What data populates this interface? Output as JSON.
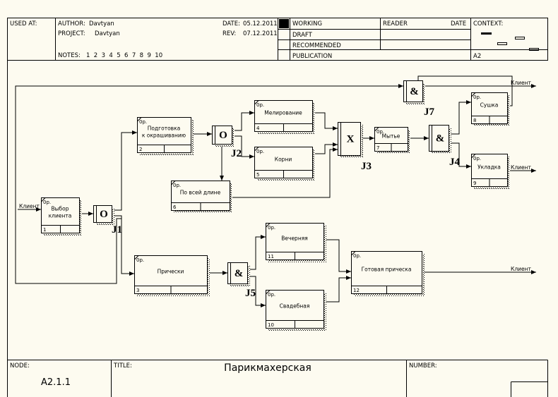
{
  "header": {
    "used_at_label": "USED AT:",
    "author_label": "AUTHOR:",
    "author": "Davtyan",
    "project_label": "PROJECT:",
    "project": "Davtyan",
    "notes_label": "NOTES:",
    "notes": "1  2  3  4  5  6  7  8  9  10",
    "date_label": "DATE:",
    "date": "05.12.2011",
    "rev_label": "REV:",
    "rev": "07.12.2011",
    "status": [
      "WORKING",
      "DRAFT",
      "RECOMMENDED",
      "PUBLICATION"
    ],
    "reader_label": "READER",
    "reader_date_label": "DATE",
    "context_label": "CONTEXT:",
    "context_node": "A2"
  },
  "footer": {
    "node_label": "NODE:",
    "node": "A2.1.1",
    "title_label": "TITLE:",
    "title": "Парикмахерская",
    "number_label": "NUMBER:"
  },
  "diagram": {
    "box_tag": "0р.",
    "boxes": [
      {
        "id": "1",
        "lines": [
          "Выбор",
          "клиента"
        ]
      },
      {
        "id": "2",
        "lines": [
          "Подготовка",
          "к окрашиванию"
        ]
      },
      {
        "id": "3",
        "lines": [
          "Прически"
        ]
      },
      {
        "id": "4",
        "lines": [
          "Мелирование"
        ]
      },
      {
        "id": "5",
        "lines": [
          "Корни"
        ]
      },
      {
        "id": "6",
        "lines": [
          "По всей длине"
        ]
      },
      {
        "id": "7",
        "lines": [
          "Мытье"
        ]
      },
      {
        "id": "8",
        "lines": [
          "Сушка"
        ]
      },
      {
        "id": "9",
        "lines": [
          "Укладка"
        ]
      },
      {
        "id": "10",
        "lines": [
          "Свадебная"
        ]
      },
      {
        "id": "11",
        "lines": [
          "Вечерняя"
        ]
      },
      {
        "id": "12",
        "lines": [
          "Готовая прическа"
        ]
      }
    ],
    "junctions": [
      {
        "id": "J1",
        "symbol": "O"
      },
      {
        "id": "J2",
        "symbol": "O"
      },
      {
        "id": "J3",
        "symbol": "X"
      },
      {
        "id": "J4",
        "symbol": "&"
      },
      {
        "id": "J5",
        "symbol": "&"
      },
      {
        "id": "J7",
        "symbol": "&"
      }
    ],
    "arrow_labels": [
      "Клиент",
      "Клиент",
      "Клиент",
      "Клиент"
    ]
  }
}
